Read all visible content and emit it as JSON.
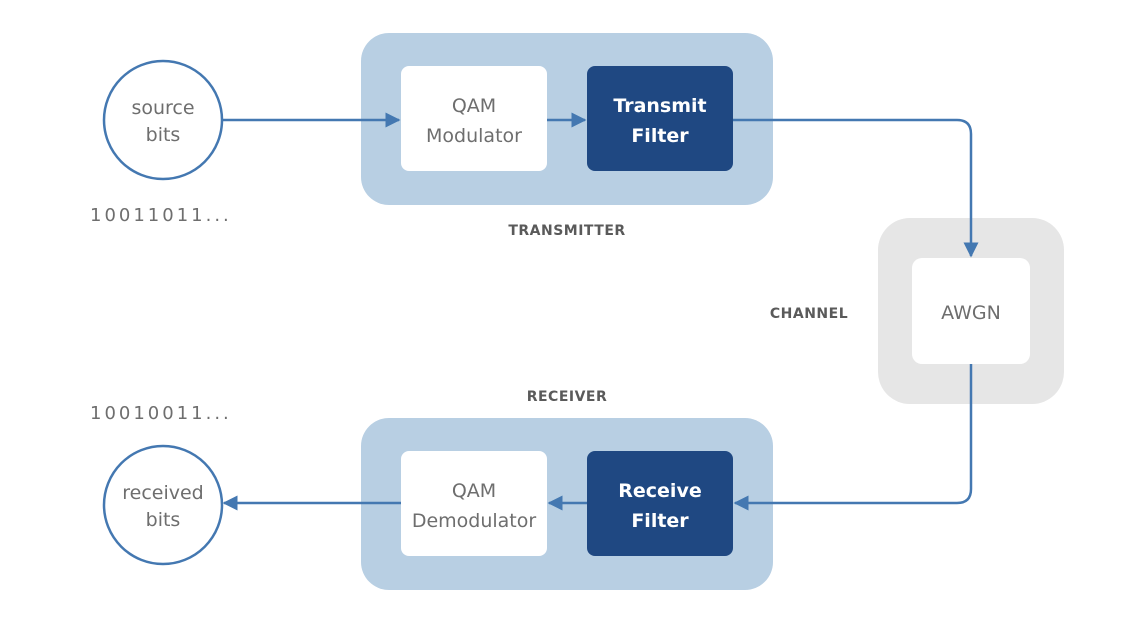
{
  "source": {
    "line1": "source",
    "line2": "bits",
    "bit_string": "10011011..."
  },
  "received": {
    "line1": "received",
    "line2": "bits",
    "bit_string": "10010011..."
  },
  "transmitter": {
    "label": "TRANSMITTER",
    "modulator": {
      "line1": "QAM",
      "line2": "Modulator"
    },
    "filter": {
      "line1": "Transmit",
      "line2": "Filter"
    }
  },
  "channel": {
    "label": "CHANNEL",
    "block": "AWGN"
  },
  "receiver": {
    "label": "RECEIVER",
    "demodulator": {
      "line1": "QAM",
      "line2": "Demodulator"
    },
    "filter": {
      "line1": "Receive",
      "line2": "Filter"
    }
  },
  "colors": {
    "group_fill": "#b8cfe3",
    "channel_fill": "#e6e6e6",
    "filter_fill": "#1f4882",
    "arrow": "#4478b1",
    "circle_stroke": "#4478b1"
  }
}
